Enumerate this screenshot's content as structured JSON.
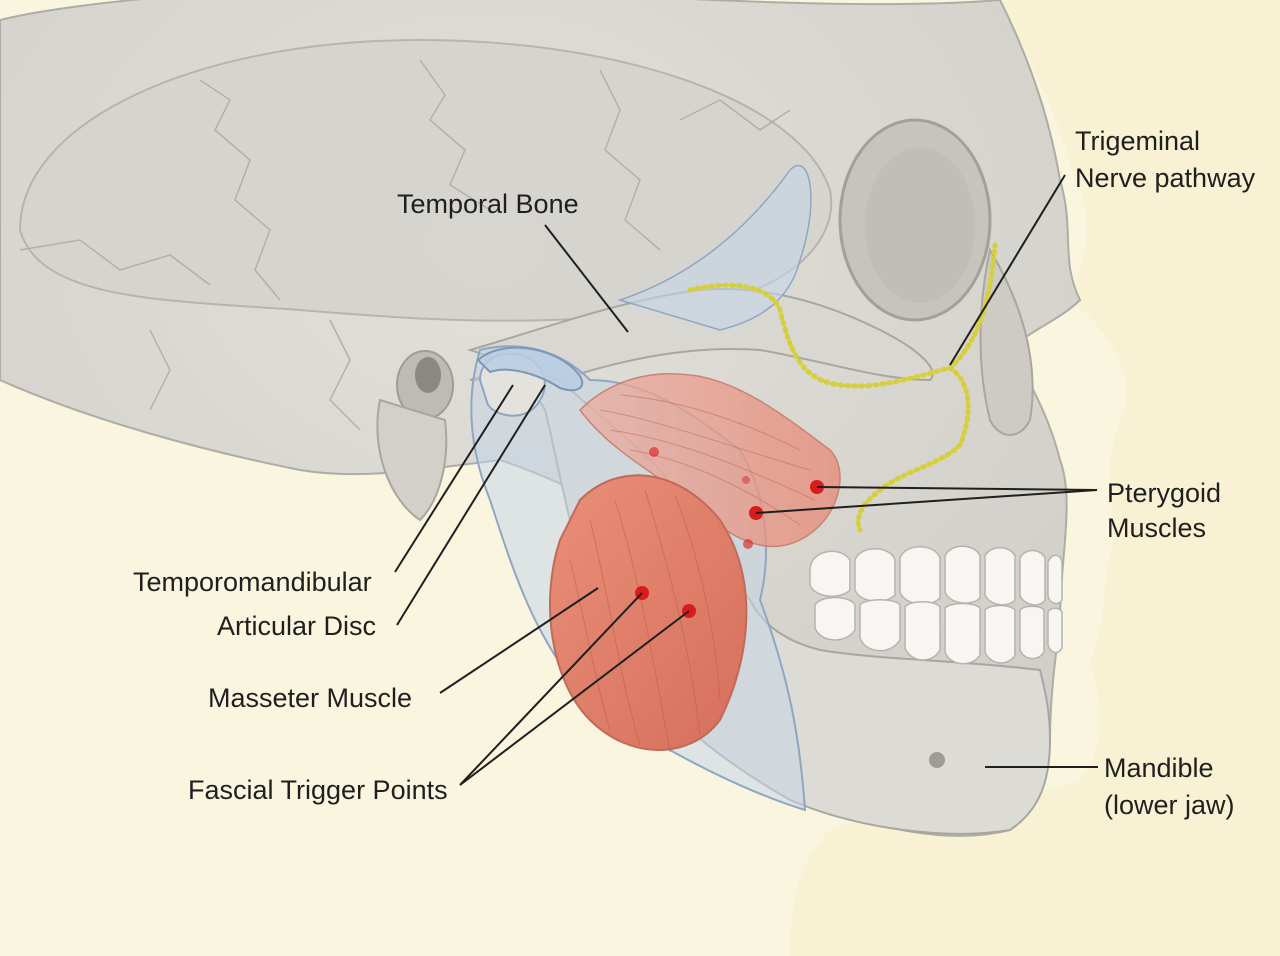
{
  "labels": {
    "temporal_bone": "Temporal Bone",
    "trigeminal_line1": "Trigeminal",
    "trigeminal_line2": "Nerve pathway",
    "pterygoid_line1": "Pterygoid",
    "pterygoid_line2": "Muscles",
    "tmj_line1": "Temporomandibular",
    "tmj_line2": "Articular Disc",
    "masseter": "Masseter Muscle",
    "trigger_points": "Fascial Trigger Points",
    "mandible_line1": "Mandible",
    "mandible_line2": "(lower jaw)"
  },
  "colors": {
    "background": "#faf5df",
    "bone": "#dcdad4",
    "bone_shadow": "#c9c7c0",
    "bone_outline": "#a8a6a0",
    "fascia": "#c5d5e6",
    "muscle": "#e0826e",
    "nerve": "#d6cf3c",
    "trigger_point": "#d81b1b",
    "leader_line": "#1f1f1f"
  }
}
